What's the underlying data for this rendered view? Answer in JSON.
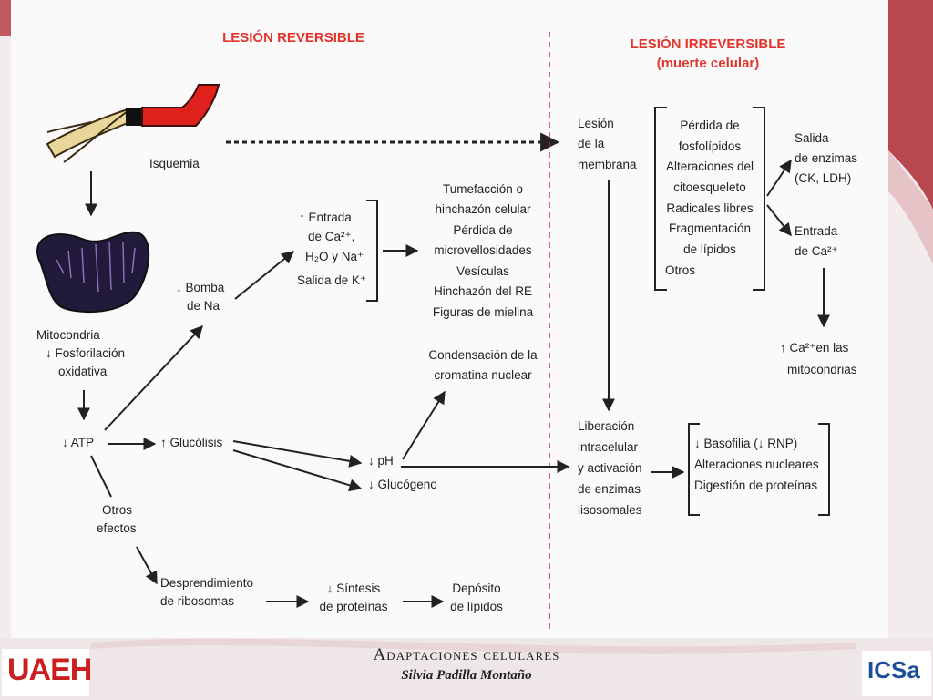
{
  "headers": {
    "reversible": "LESIÓN REVERSIBLE",
    "irreversible_1": "LESIÓN IRREVERSIBLE",
    "irreversible_2": "(muerte celular)"
  },
  "nodes": {
    "isquemia": "Isquemia",
    "mito_1": "Mitocondria",
    "mito_2": "↓ Fosforilación",
    "mito_3": "oxidativa",
    "atp": "↓ ATP",
    "bomba_1": "↓ Bomba",
    "bomba_2": "de Na",
    "glucolisis": "↑ Glucólisis",
    "otros_1": "Otros",
    "otros_2": "efectos",
    "desp_1": "Desprendimiento",
    "desp_2": "de ribosomas",
    "sint_1": "↓ Síntesis",
    "sint_2": "de proteínas",
    "dep_1": "Depósito",
    "dep_2": "de lípidos",
    "entrada_1": "↑ Entrada",
    "entrada_2": "de Ca²⁺,",
    "entrada_3": "H₂O y Na⁺",
    "entrada_4": "Salida de K⁺",
    "efectos_1": "Tumefacción o",
    "efectos_2": "hinchazón celular",
    "efectos_3": "Pérdida de",
    "efectos_4": "microvellosidades",
    "efectos_5": "Vesículas",
    "efectos_6": "Hinchazón del RE",
    "efectos_7": "Figuras de mielina",
    "cond_1": "Condensación de la",
    "cond_2": "cromatina nuclear",
    "ph": "↓ pH",
    "glucogeno": "↓ Glucógeno",
    "lesion_1": "Lesión",
    "lesion_2": "de la",
    "lesion_3": "membrana",
    "perdida_1": "Pérdida de",
    "perdida_2": "fosfolípidos",
    "perdida_3": "Alteraciones del",
    "perdida_4": "citoesqueleto",
    "perdida_5": "Radicales libres",
    "perdida_6": "Fragmentación",
    "perdida_7": "de lípidos",
    "perdida_8": "Otros",
    "salida_1": "Salida",
    "salida_2": "de enzimas",
    "salida_3": "(CK, LDH)",
    "entradaca_1": "Entrada",
    "entradaca_2": "de Ca²⁺",
    "camito_1": "↑ Ca²⁺en las",
    "camito_2": "mitocondrias",
    "lib_1": "Liberación",
    "lib_2": "intracelular",
    "lib_3": "y activación",
    "lib_4": "de enzimas",
    "lib_5": "lisosomales",
    "baso_1": "↓ Basofilia (↓ RNP)",
    "baso_2": "Alteraciones nucleares",
    "baso_3": "Digestión de proteínas"
  },
  "footer": {
    "title": "Adaptaciones celulares",
    "author": "Silvia Padilla Montaño",
    "logo_left": "UAEH",
    "logo_right": "ICSa"
  },
  "colors": {
    "header_red": "#e0342c",
    "vessel_red": "#e0201c",
    "mitochondria": "#221a3a",
    "divider": "#d0302a"
  }
}
